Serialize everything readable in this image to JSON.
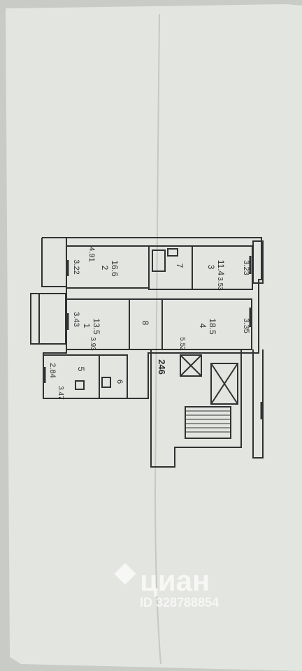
{
  "plan": {
    "rooms": [
      {
        "number": "2",
        "area": "16.6",
        "width": "4.91",
        "depth": "3.22"
      },
      {
        "number": "7"
      },
      {
        "number": "3",
        "area": "11.4",
        "width": "3.53",
        "depth": "3.23"
      },
      {
        "number": "1",
        "area": "13.5",
        "width": "3.93",
        "depth": "3.43"
      },
      {
        "number": "8"
      },
      {
        "number": "4",
        "area": "18.5",
        "width": "5.52",
        "depth": "3.35"
      },
      {
        "number": "5",
        "width": "3.47",
        "depth": "2.84"
      },
      {
        "number": "6"
      }
    ],
    "apartment_number": "246"
  },
  "watermark": {
    "brand": "циан",
    "listing_id": "ID 328788854"
  },
  "colors": {
    "paper": "#e3e5e1",
    "paper_edge": "#c9cbc6",
    "ink": "#2a2d2d",
    "watermark": "#ffffff"
  }
}
